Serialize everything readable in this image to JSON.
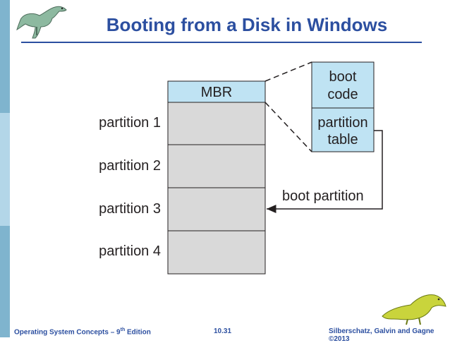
{
  "title": "Booting from a Disk in Windows",
  "diagram": {
    "mbr_label": "MBR",
    "partitions": [
      "partition 1",
      "partition 2",
      "partition 3",
      "partition 4"
    ],
    "boot_code_lines": [
      "boot",
      "code"
    ],
    "partition_table_lines": [
      "partition",
      "table"
    ],
    "boot_partition_label": "boot partition"
  },
  "footer": {
    "left_prefix": "Operating System Concepts – 9",
    "left_sup": "th",
    "left_suffix": " Edition",
    "page": "10.31",
    "right": "Silberschatz, Galvin and Gagne ©2013"
  },
  "colors": {
    "title_blue": "#2c4fa0",
    "mbr_fill": "#bfe3f3",
    "partition_fill": "#d9d9d9"
  }
}
